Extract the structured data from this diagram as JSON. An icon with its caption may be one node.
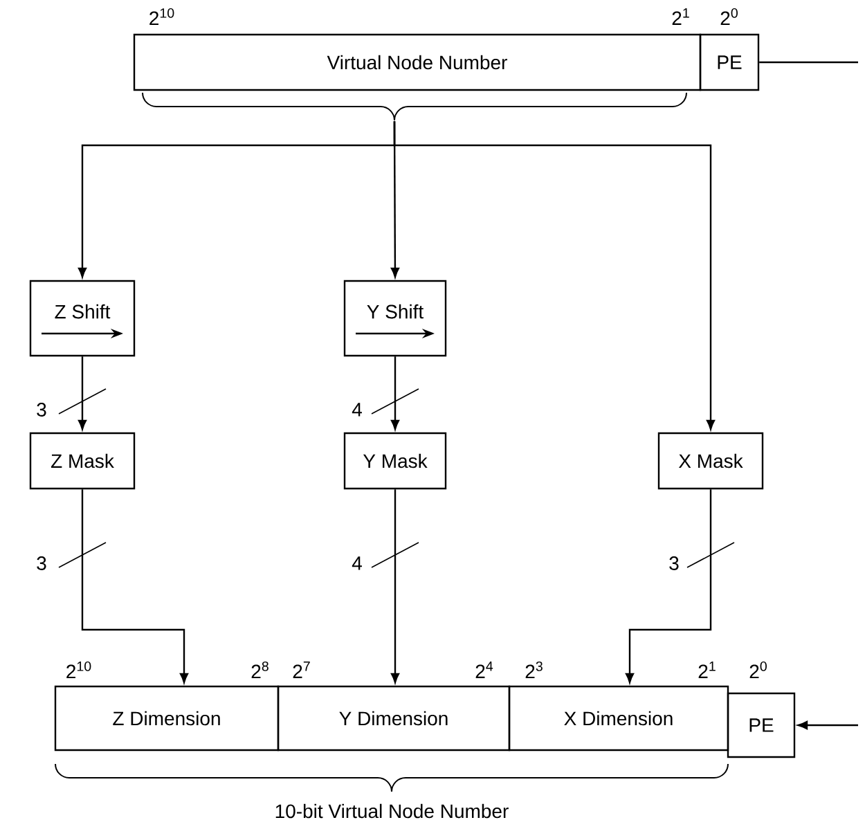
{
  "diagram": {
    "nodes": [
      {
        "text": [
          "Virtual Node Number"
        ]
      },
      {
        "text": [
          "PE"
        ]
      },
      {
        "text": [
          "Z Shift"
        ]
      },
      {
        "text": [
          "Y Shift"
        ]
      },
      {
        "text": [
          "Z Mask"
        ]
      },
      {
        "text": [
          "Y Mask"
        ]
      },
      {
        "text": [
          "X Mask"
        ]
      },
      {
        "text": [
          "Z Dimension"
        ]
      },
      {
        "text": [
          "Y Dimension"
        ]
      },
      {
        "text": [
          "X Dimension"
        ]
      },
      {
        "text": [
          "PE"
        ]
      }
    ],
    "edges": [
      {
        "from": 0,
        "to": 2,
        "arrow": "to"
      },
      {
        "from": 0,
        "to": 3,
        "arrow": "to"
      },
      {
        "from": 0,
        "to": 6,
        "arrow": "to"
      },
      {
        "from": 1,
        "to": null,
        "arrow": "none"
      },
      {
        "from": 2,
        "to": 4,
        "arrow": "to"
      },
      {
        "from": 3,
        "to": 5,
        "arrow": "to"
      },
      {
        "from": 4,
        "to": 7,
        "arrow": "to"
      },
      {
        "from": 5,
        "to": 8,
        "arrow": "to"
      },
      {
        "from": 6,
        "to": 9,
        "arrow": "to"
      },
      {
        "from": null,
        "to": 10,
        "arrow": "to"
      }
    ],
    "labels": [
      "2$^{10}$",
      "2$^{1}$",
      "2$^{0}$",
      "3",
      "4",
      "3",
      "4",
      "3",
      "2$^{10}$",
      "2$^{8}$",
      "2$^{7}$",
      "2$^{4}$",
      "2$^{3}$",
      "2$^{1}$",
      "2$^{0}$",
      "10-bit Virtual Node Number"
    ]
  }
}
